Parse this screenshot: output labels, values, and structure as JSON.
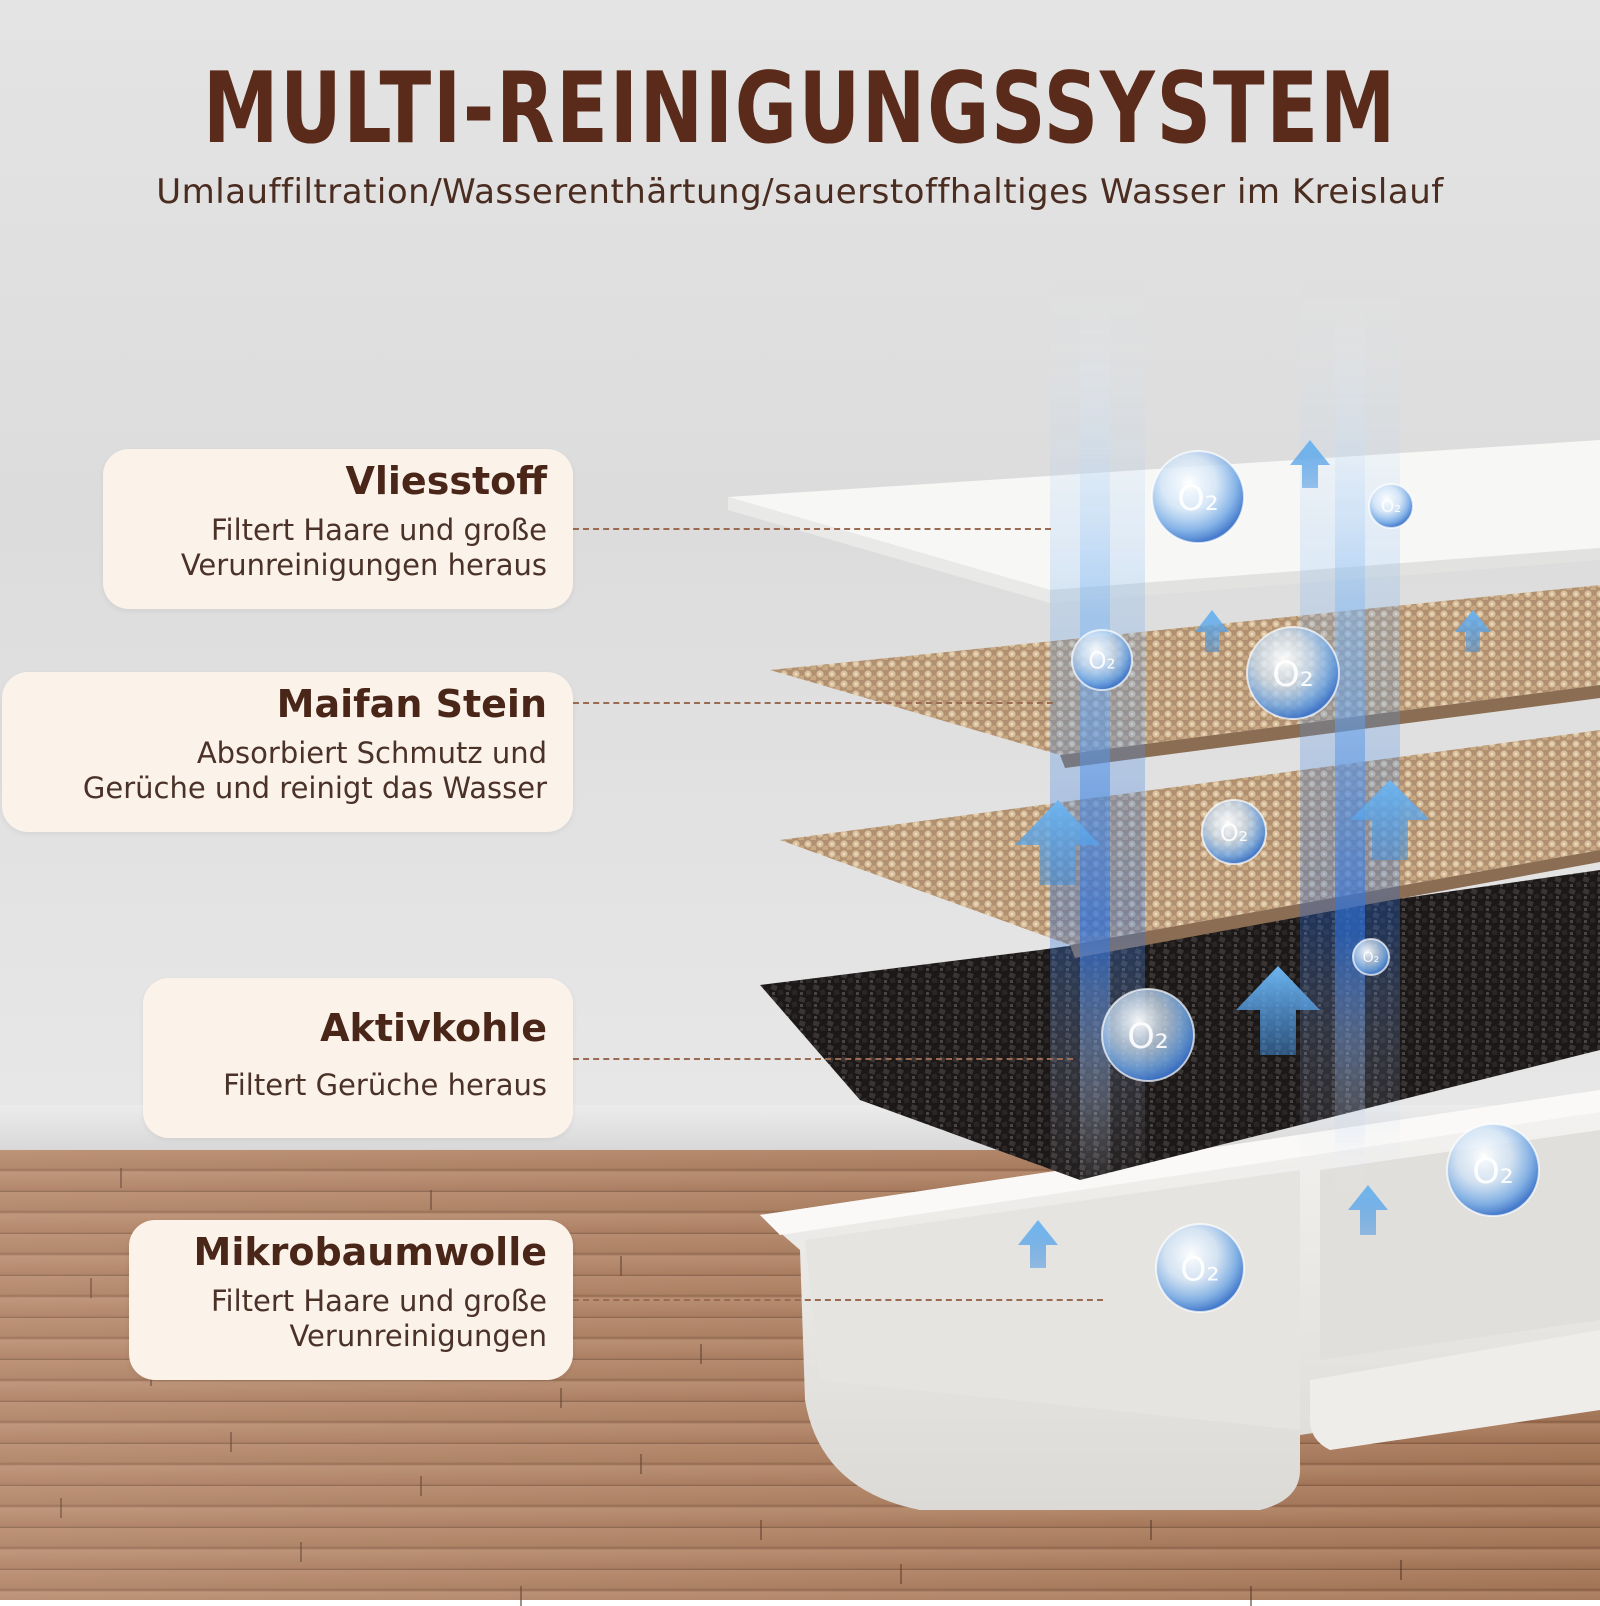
{
  "header": {
    "title": "MULTI-REINIGUNGSSYSTEM",
    "subtitle": "Umlauffiltration/Wasserenthärtung/sauerstoffhaltiges Wasser im Kreislauf"
  },
  "layers": [
    {
      "title": "Vliesstoff",
      "desc_line1": "Filtert Haare und große",
      "desc_line2": "Verunreinigungen heraus"
    },
    {
      "title": "Maifan Stein",
      "desc_line1": "Absorbiert Schmutz und",
      "desc_line2": "Gerüche und reinigt das Wasser"
    },
    {
      "title": "Aktivkohle",
      "desc_line1": "Filtert Gerüche heraus",
      "desc_line2": ""
    },
    {
      "title": "Mikrobaumwolle",
      "desc_line1": "Filtert Haare und große",
      "desc_line2": "Verunreinigungen"
    }
  ],
  "bubble_label": "O₂",
  "colors": {
    "title": "#5a2b1a",
    "card_bg": "#fbf2ea",
    "dash": "#9a6b52",
    "water_blue": "#3f8fe0",
    "arrow_blue": "#5aa8ec"
  },
  "icons": [
    "oxygen-bubble-icon",
    "up-arrow-icon"
  ]
}
